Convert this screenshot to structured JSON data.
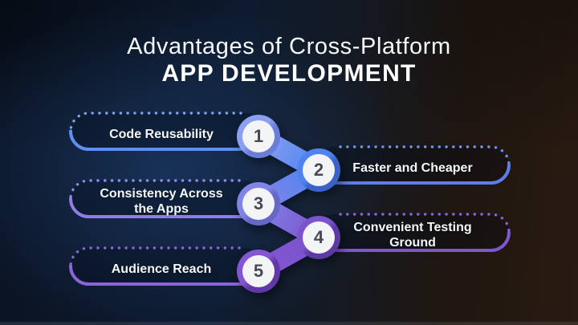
{
  "title": {
    "line1": "Advantages of Cross-Platform",
    "line2": "APP DEVELOPMENT"
  },
  "items": [
    {
      "number": "1",
      "label": "Code Reusability",
      "side": "left",
      "ring_color": "#8ba0f0",
      "ring_shadow": "#6a7ed8",
      "dotted_color": "#7fa0ee",
      "solid_color": "#5e90f2"
    },
    {
      "number": "2",
      "label": "Faster and Cheaper",
      "side": "right",
      "ring_color": "#4f84f0",
      "ring_shadow": "#3a63c8",
      "dotted_color": "#6f93f0",
      "solid_color": "#5f7ce8"
    },
    {
      "number": "3",
      "label": "Consistency Across the Apps",
      "side": "left",
      "ring_color": "#8183e8",
      "ring_shadow": "#6668c8",
      "dotted_color": "#8b8eea",
      "solid_color": "#907de4"
    },
    {
      "number": "4",
      "label": "Convenient Testing Ground",
      "side": "right",
      "ring_color": "#7b53cc",
      "ring_shadow": "#5c3aa4",
      "dotted_color": "#8c64d8",
      "solid_color": "#7e57d0"
    },
    {
      "number": "5",
      "label": "Audience Reach",
      "side": "left",
      "ring_color": "#8456d2",
      "ring_shadow": "#6138a8",
      "dotted_color": "#8c64d8",
      "solid_color": "#8a64da"
    }
  ],
  "colors": {
    "background_left": "#0c1829",
    "background_right": "#291b12",
    "glow": "#285494",
    "title_text": "#ffffff",
    "label_text": "#f5f8fb",
    "number_text": "#454b52",
    "circle_fill": "#f3f4f5"
  }
}
